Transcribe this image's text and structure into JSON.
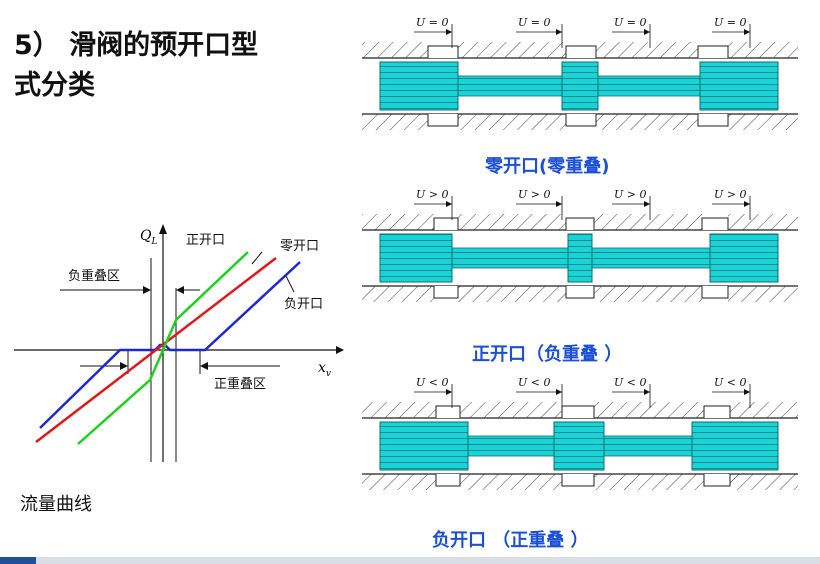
{
  "title": "5） 滑阀的预开口型\n式分类",
  "flow_curve": {
    "caption": "流量曲线",
    "y_axis_label": "Q",
    "y_axis_sub": "L",
    "x_axis_label": "x",
    "x_axis_sub": "v",
    "labels": {
      "positive_opening": "正开口",
      "zero_opening": "零开口",
      "negative_opening": "负开口",
      "negative_overlap_zone": "负重叠区",
      "positive_overlap_zone": "正重叠区"
    },
    "colors": {
      "positive": "#1fd11f",
      "zero": "#e01818",
      "negative": "#1c28d4"
    }
  },
  "valves": [
    {
      "caption": "零开口(零重叠)",
      "u_label": "U = 0"
    },
    {
      "caption": "正开口（负重叠 ）",
      "u_label": "U > 0"
    },
    {
      "caption": "负开口 （正重叠 ）",
      "u_label": "U < 0"
    }
  ],
  "colors": {
    "spool": "#19d3d6",
    "caption": "#1a4fd6"
  }
}
